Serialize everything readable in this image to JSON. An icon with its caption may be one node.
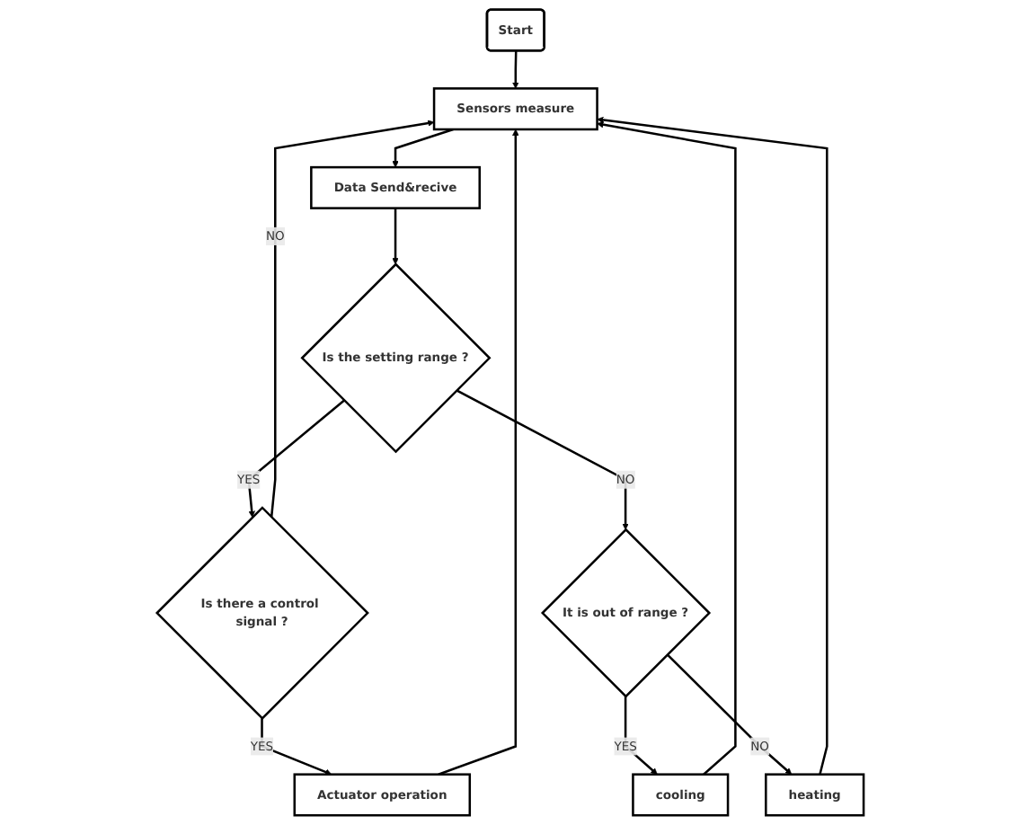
{
  "diagram": {
    "nodes": [
      {
        "text": [
          "Start"
        ]
      },
      {
        "text": [
          "Sensors measure"
        ]
      },
      {
        "text": [
          "Data Send&recive"
        ]
      },
      {
        "text": [
          "Is the setting range ?"
        ]
      },
      {
        "text": [
          "Is there a control signal ?"
        ]
      },
      {
        "text": [
          "Actuator operation"
        ]
      },
      {
        "text": [
          "It is out of range ?"
        ]
      },
      {
        "text": [
          "cooling"
        ]
      },
      {
        "text": [
          "heating"
        ]
      }
    ],
    "edges": [
      {
        "from": 0,
        "to": 1,
        "arrow": "to"
      },
      {
        "from": 1,
        "to": 2,
        "arrow": "to"
      },
      {
        "from": 2,
        "to": 3,
        "arrow": "to"
      },
      {
        "from": 3,
        "to": 4,
        "label": "YES",
        "arrow": "to"
      },
      {
        "from": 4,
        "to": 1,
        "label": "NO",
        "arrow": "to"
      },
      {
        "from": 4,
        "to": 5,
        "label": "YES",
        "arrow": "to"
      },
      {
        "from": 5,
        "to": 1,
        "arrow": "to"
      },
      {
        "from": 3,
        "to": 6,
        "label": "NO",
        "arrow": "to"
      },
      {
        "from": 6,
        "to": 7,
        "label": "YES",
        "arrow": "to"
      },
      {
        "from": 6,
        "to": 8,
        "label": "NO",
        "arrow": "to"
      },
      {
        "from": 7,
        "to": 1,
        "arrow": "to"
      },
      {
        "from": 8,
        "to": 1,
        "arrow": "to"
      }
    ]
  }
}
